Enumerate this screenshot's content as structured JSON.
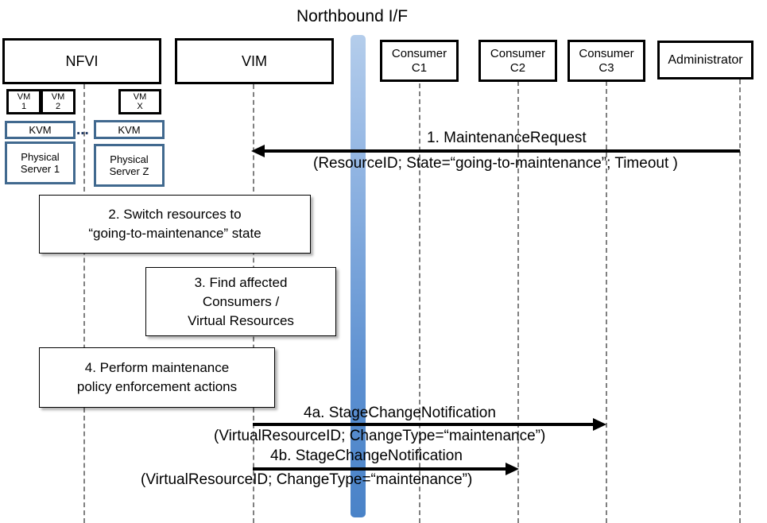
{
  "title": "Northbound I/F",
  "colors": {
    "actor_border": "#000000",
    "infra_border": "#41698f",
    "nbi_bar_top": "#b4cdeb",
    "nbi_bar_bottom": "#4a83c8",
    "lifeline": "#808080",
    "arrow": "#000000",
    "background": "#ffffff"
  },
  "actors": [
    {
      "id": "nfvi",
      "label": "NFVI"
    },
    {
      "id": "vim",
      "label": "VIM"
    },
    {
      "id": "consumer_c1",
      "label": "Consumer\nC1",
      "line1": "Consumer",
      "line2": "C1"
    },
    {
      "id": "consumer_c2",
      "label": "Consumer\nC2",
      "line1": "Consumer",
      "line2": "C2"
    },
    {
      "id": "consumer_c3",
      "label": "Consumer\nC3",
      "line1": "Consumer",
      "line2": "C3"
    },
    {
      "id": "administrator",
      "label": "Administrator"
    }
  ],
  "infrastructure": {
    "vms": [
      {
        "id": "vm1",
        "line1": "VM",
        "line2": "1"
      },
      {
        "id": "vm2",
        "line1": "VM",
        "line2": "2"
      },
      {
        "id": "vmx",
        "line1": "VM",
        "line2": "X"
      }
    ],
    "hypervisors": [
      {
        "id": "kvm1",
        "label": "KVM"
      },
      {
        "id": "kvm2",
        "label": "KVM"
      }
    ],
    "servers": [
      {
        "id": "server1",
        "line1": "Physical",
        "line2": "Server 1"
      },
      {
        "id": "serverz",
        "line1": "Physical",
        "line2": "Server Z"
      }
    ],
    "ellipsis": "..."
  },
  "steps": [
    {
      "id": "step2",
      "line1": "2. Switch resources to",
      "line2": "“going-to-maintenance” state"
    },
    {
      "id": "step3",
      "line1": "3. Find affected",
      "line2": "Consumers /",
      "line3": "Virtual Resources"
    },
    {
      "id": "step4",
      "line1": "4. Perform maintenance",
      "line2": "policy enforcement actions"
    }
  ],
  "messages": [
    {
      "id": "msg1",
      "number": "1.",
      "name": "MaintenanceRequest",
      "label_top": "1.    MaintenanceRequest",
      "label_params": "(ResourceID; State=“going-to-maintenance”; Timeout )",
      "direction": "left",
      "from": "administrator",
      "to": "vim"
    },
    {
      "id": "msg4a",
      "number": "4a.",
      "name": "StageChangeNotification",
      "label_top": "4a. StageChangeNotification",
      "label_params": "(VirtualResourceID; ChangeType=“maintenance”)",
      "direction": "right",
      "from": "vim",
      "to": "consumer_c3"
    },
    {
      "id": "msg4b",
      "number": "4b.",
      "name": "StageChangeNotification",
      "label_top": "4b. StageChangeNotification",
      "label_params": "(VirtualResourceID; ChangeType=“maintenance”)",
      "direction": "right",
      "from": "vim",
      "to": "consumer_c2"
    }
  ]
}
